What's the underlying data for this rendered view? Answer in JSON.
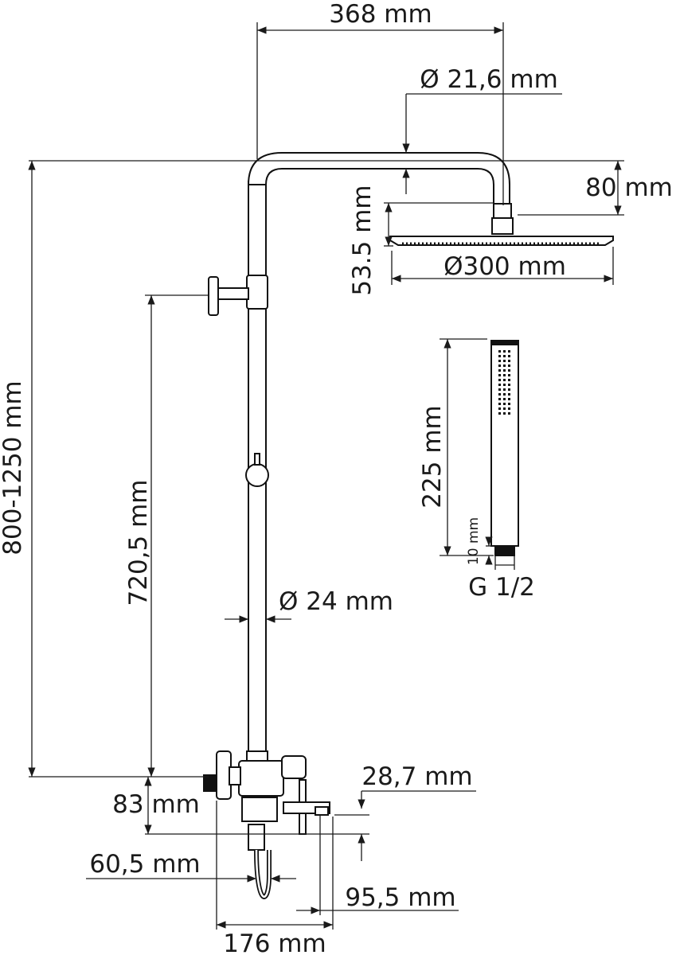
{
  "dimensions": {
    "arm_length": "368 mm",
    "arm_tube_diameter": "Ø 21,6 mm",
    "head_offset": "80 mm",
    "head_thickness": "53.5 mm",
    "head_diameter": "Ø300 mm",
    "total_height": "800-1250 mm",
    "holder_height": "720,5 mm",
    "riser_diameter": "Ø 24 mm",
    "hand_shower_length": "225 mm",
    "connector_length": "10 mm",
    "thread": "G 1/2",
    "spout_height": "28,7 mm",
    "outlet_height": "83 mm",
    "hose_offset": "60,5 mm",
    "spout_length": "95,5 mm",
    "mixer_width": "176 mm"
  },
  "colors": {
    "line": "#111111",
    "background": "#ffffff"
  }
}
